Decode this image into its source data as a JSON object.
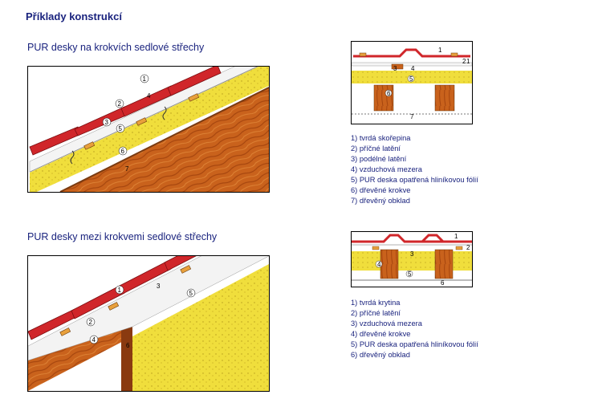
{
  "page": {
    "title": "Příklady konstrukcí"
  },
  "section1": {
    "title": "PUR desky na krokvích sedlové střechy",
    "diagram_labels": [
      "1",
      "2",
      "3",
      "4",
      "5",
      "6",
      "7"
    ],
    "detail_labels": [
      "1",
      "2",
      "1",
      "3",
      "4",
      "5",
      "6",
      "7"
    ],
    "legend": [
      "1) tvrdá skořepina",
      "2) příčné latění",
      "3) podélné latění",
      "4) vzduchová mezera",
      "5) PUR deska opatřená hliníkovou fólií",
      "6) dřevěné krokve",
      "7) dřevěný obklad"
    ]
  },
  "section2": {
    "title": "PUR desky mezi krokvemi sedlové střechy",
    "diagram_labels": [
      "1",
      "2",
      "3",
      "4",
      "5",
      "6"
    ],
    "detail_labels": [
      "1",
      "2",
      "3",
      "4",
      "5",
      "6"
    ],
    "legend": [
      "1) tvrdá krytina",
      "2) příčné latění",
      "3) vzduchová mezera",
      "4) dřevěné krokve",
      "5) PUR deska opatřená hliníkovou fólií",
      "6) dřevěný obklad"
    ]
  }
}
